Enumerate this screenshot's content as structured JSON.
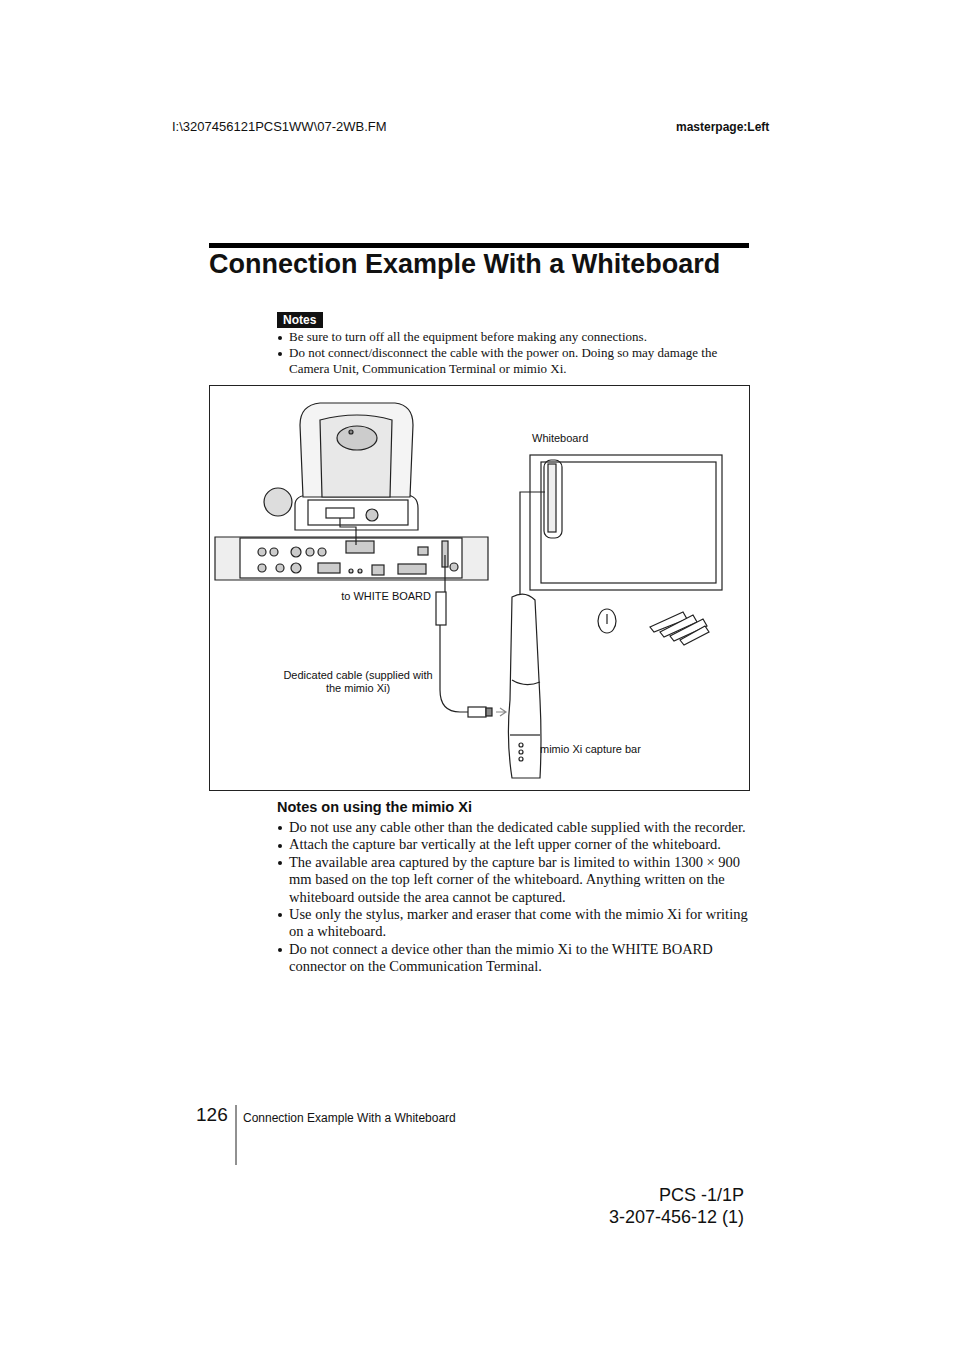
{
  "diagram": {
    "title": "Connection Example With a Whiteboard",
    "nodes": [
      {
        "text": [
          "Notes"
        ]
      }
    ],
    "labels": [
      "I:\\3207456121PCS1WW\\07-2WB.FM",
      "masterpage:Left",
      "Be sure to turn off all the equipment before making any connections.",
      "Do not connect/disconnect the cable with the power on. Doing so may damage the Camera Unit, Communication Terminal or mimio Xi.",
      "Whiteboard",
      "to WHITE BOARD",
      "Dedicated cable (supplied with the mimio Xi)",
      "mimio Xi capture bar",
      "Notes on using the mimio Xi",
      "Do not use any cable other than the dedicated cable supplied with the recorder.",
      "Attach the capture bar vertically at the left upper corner of the whiteboard.",
      "The available area captured by the capture bar is limited to within 1300 × 900 mm based on the top left corner of the whiteboard. Anything written on the whiteboard outside the area cannot be captured.",
      "Use only the stylus, marker and eraser that come with the mimio Xi for writing on a whiteboard.",
      "Do not connect a device other than the mimio Xi to the WHITE BOARD connector on the Communication Terminal.",
      "126",
      "Connection Example With a Whiteboard",
      "PCS -1/1P",
      "3-207-456-12 (1)"
    ]
  }
}
